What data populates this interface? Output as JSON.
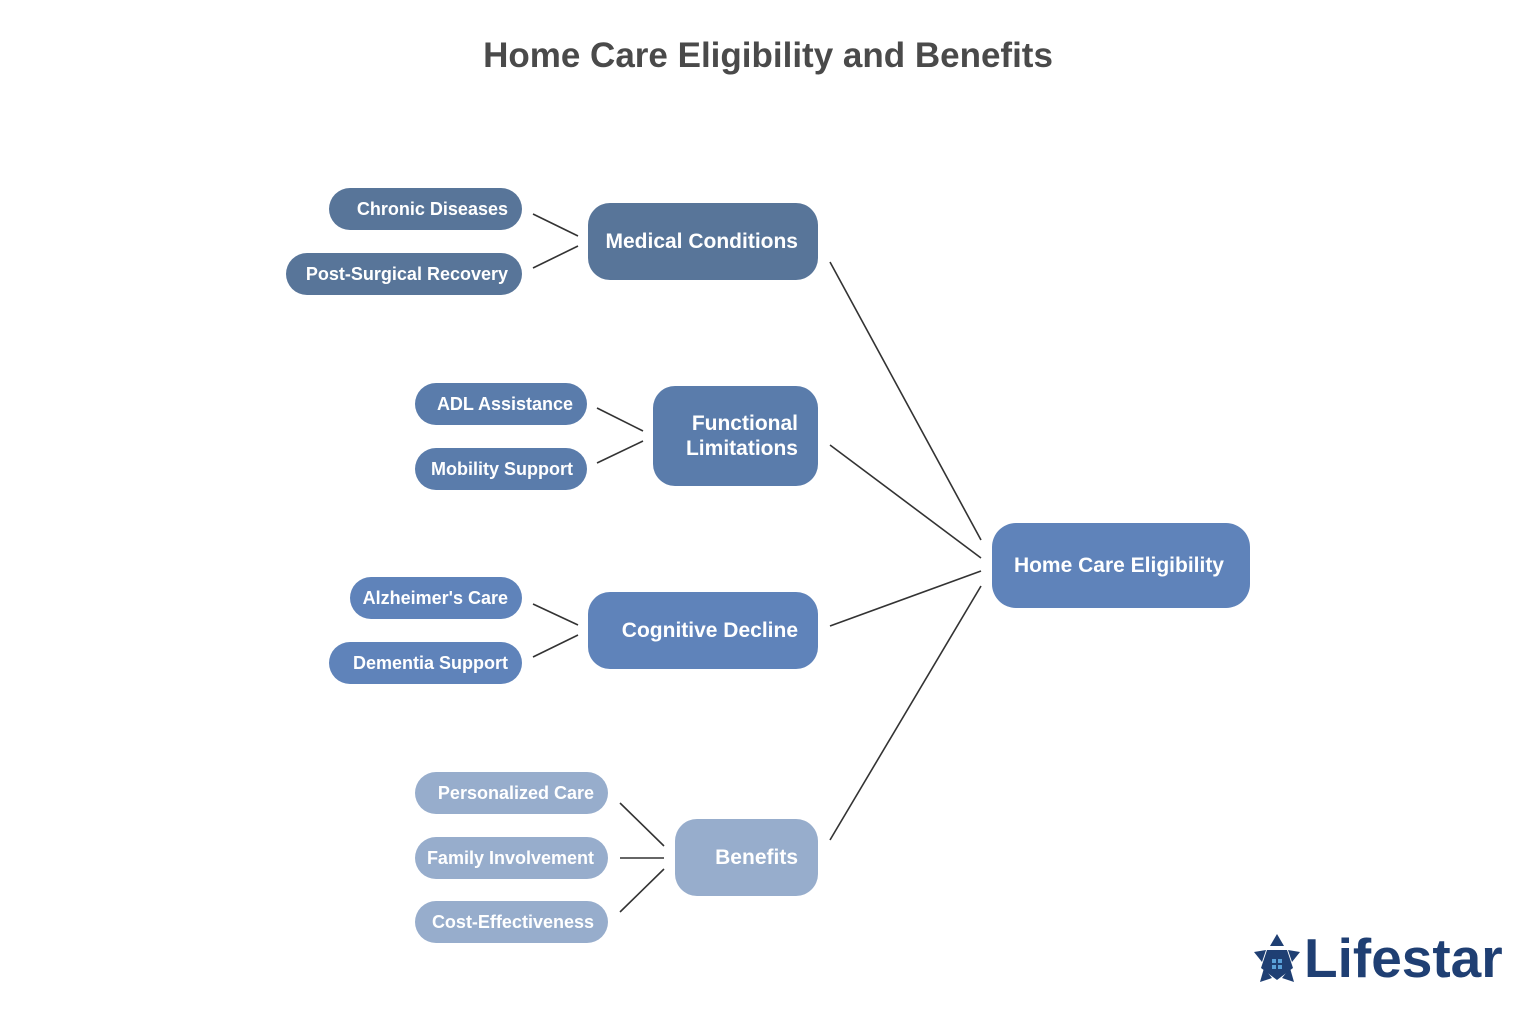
{
  "title": "Home Care Eligibility and Benefits",
  "colors": {
    "medical": "#587599",
    "functional": "#5a7cab",
    "cognitive": "#5f83ba",
    "benefits": "#97adcc",
    "root": "#5f83ba",
    "connector": "#333333",
    "brand": "#1f3f73"
  },
  "root": {
    "label": "Home Care Eligibility"
  },
  "branches": [
    {
      "label": "Medical Conditions",
      "items": [
        "Chronic Diseases",
        "Post-Surgical Recovery"
      ]
    },
    {
      "label": "Functional Limitations",
      "items": [
        "ADL Assistance",
        "Mobility Support"
      ]
    },
    {
      "label": "Cognitive Decline",
      "items": [
        "Alzheimer's Care",
        "Dementia Support"
      ]
    },
    {
      "label": "Benefits",
      "items": [
        "Personalized Care",
        "Family Involvement",
        "Cost-Effectiveness"
      ]
    }
  ],
  "logo": {
    "text": "Lifestar",
    "icon": "star-house-icon"
  }
}
